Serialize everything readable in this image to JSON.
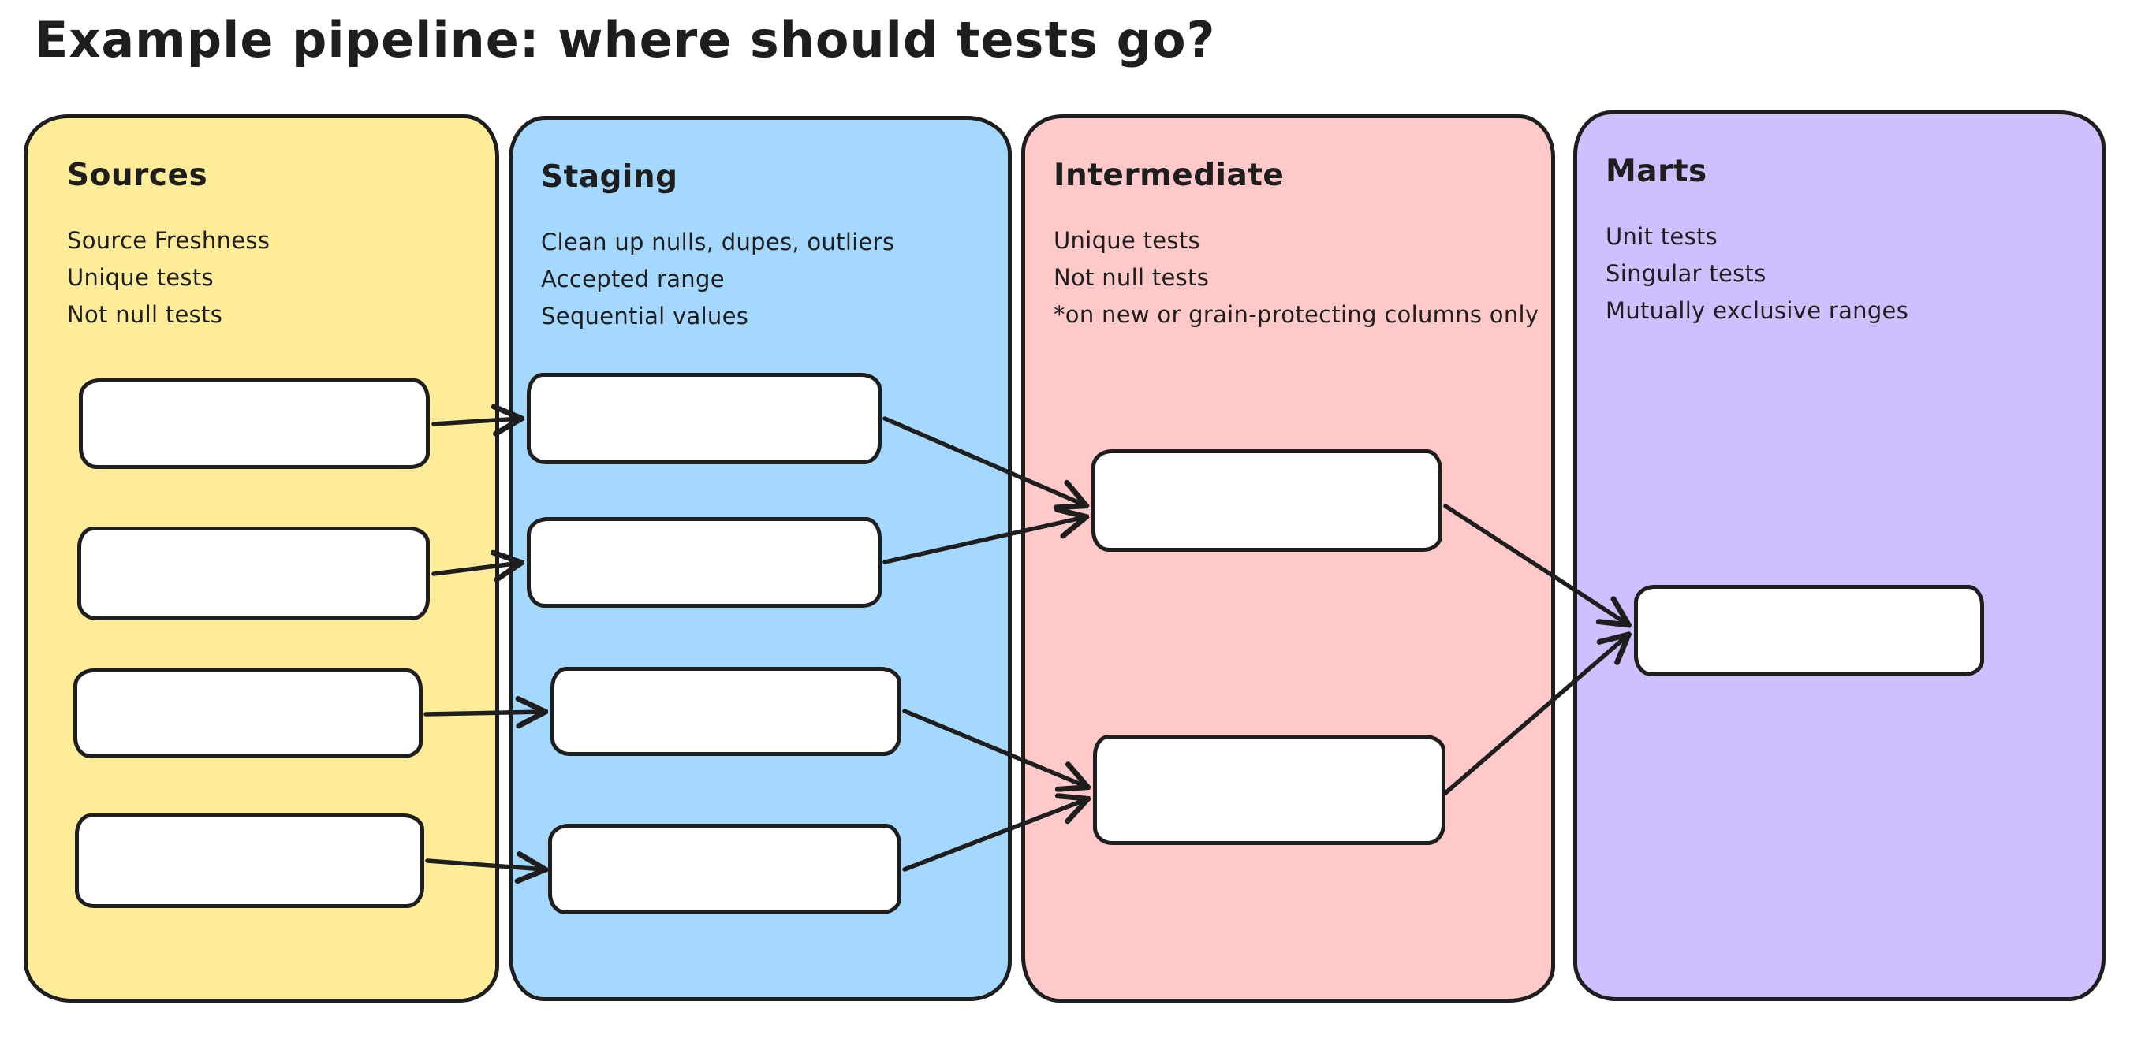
{
  "title": "Example pipeline: where should tests go?",
  "colors": {
    "background": "#ffffff",
    "stroke": "#1e1e1e",
    "sources_fill": "#ffec99",
    "staging_fill": "#a5d8ff",
    "intermediate_fill": "#ffc9c9",
    "marts_fill": "#d0bfff",
    "node_fill": "#ffffff"
  },
  "panels": [
    {
      "id": "sources",
      "label": "Sources",
      "notes": [
        "Source Freshness",
        "Unique tests",
        "Not null tests"
      ],
      "fill": "#ffec99",
      "node_count": 4
    },
    {
      "id": "staging",
      "label": "Staging",
      "notes": [
        "Clean up nulls, dupes, outliers",
        "Accepted range",
        "Sequential values"
      ],
      "fill": "#a5d8ff",
      "node_count": 4
    },
    {
      "id": "intermediate",
      "label": "Intermediate",
      "notes": [
        "Unique tests",
        "Not null tests",
        "*on new or grain-protecting columns only"
      ],
      "fill": "#ffc9c9",
      "node_count": 2
    },
    {
      "id": "marts",
      "label": "Marts",
      "notes": [
        "Unit tests",
        "Singular tests",
        "Mutually exclusive ranges"
      ],
      "fill": "#d0bfff",
      "node_count": 1
    }
  ],
  "edges": [
    {
      "from": "sources-1",
      "to": "staging-1"
    },
    {
      "from": "sources-2",
      "to": "staging-2"
    },
    {
      "from": "sources-3",
      "to": "staging-3"
    },
    {
      "from": "sources-4",
      "to": "staging-4"
    },
    {
      "from": "staging-1",
      "to": "intermediate-1"
    },
    {
      "from": "staging-2",
      "to": "intermediate-1"
    },
    {
      "from": "staging-3",
      "to": "intermediate-2"
    },
    {
      "from": "staging-4",
      "to": "intermediate-2"
    },
    {
      "from": "intermediate-1",
      "to": "marts-1"
    },
    {
      "from": "intermediate-2",
      "to": "marts-1"
    }
  ]
}
